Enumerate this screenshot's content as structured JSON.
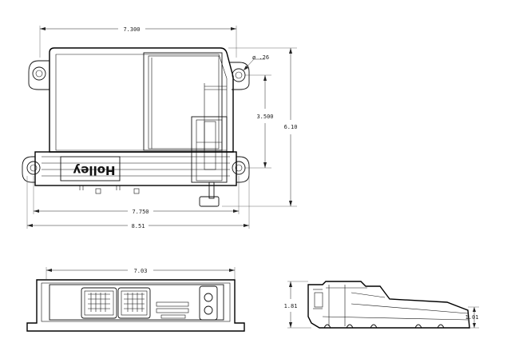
{
  "top_view": {
    "dimensions": {
      "overall_width": "7.300",
      "hole_diameter": "ø .26",
      "hole_spacing_vertical": "3.500",
      "overall_height": "6.10",
      "hole_spacing_horizontal": "7.750",
      "overall_length": "8.51"
    },
    "logo": "Holley"
  },
  "front_view": {
    "dimensions": {
      "overall_width": "7.03"
    }
  },
  "side_view": {
    "dimensions": {
      "overall_height": "1.81",
      "base_height": "1.01"
    }
  }
}
